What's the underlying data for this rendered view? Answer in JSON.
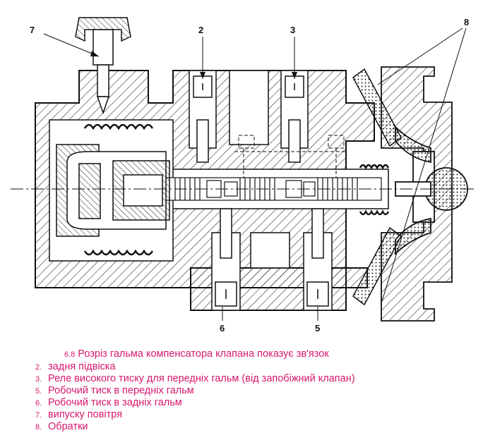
{
  "diagram": {
    "callouts": [
      "7",
      "2",
      "3",
      "8",
      "6",
      "5"
    ]
  },
  "caption": {
    "title_number": "6.8",
    "title": "Розріз гальма компенсатора клапана показує зв'язок",
    "items": [
      {
        "number": "2.",
        "text": "задня підвіска"
      },
      {
        "number": "3.",
        "text": "Реле високого тиску для передніх гальм (від запобіжний клапан)"
      },
      {
        "number": "5.",
        "text": "Робочий тиск в передніх гальм"
      },
      {
        "number": "6.",
        "text": "Робочий тиск в задніх гальм"
      },
      {
        "number": "7.",
        "text": "випуску повітря"
      },
      {
        "number": "8.",
        "text": "Обратки"
      }
    ]
  }
}
